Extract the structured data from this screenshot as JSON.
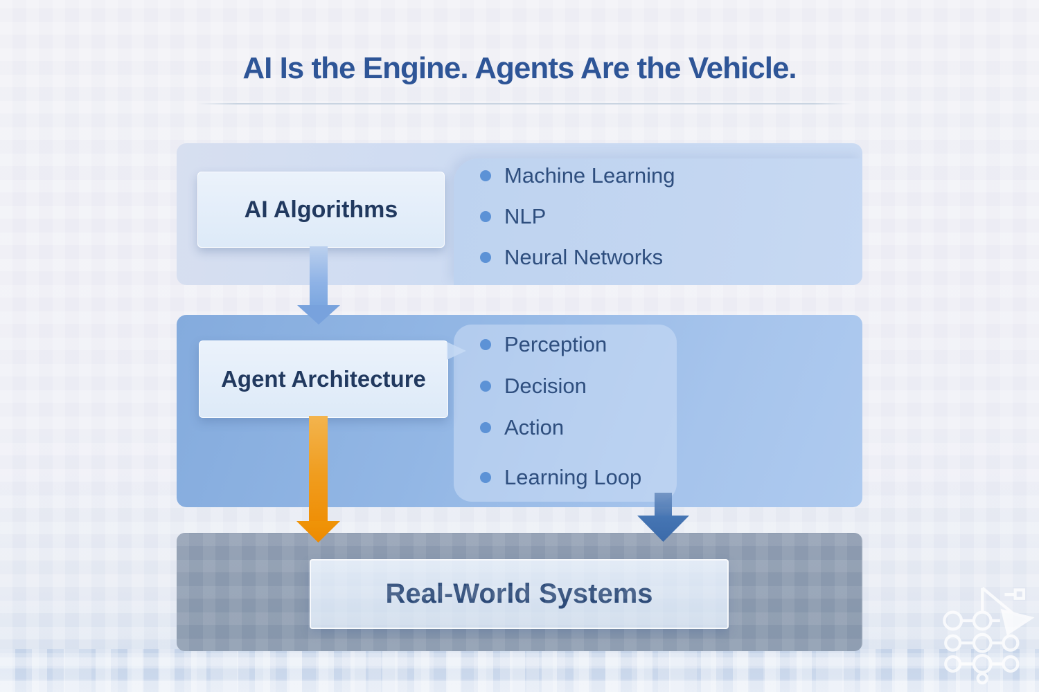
{
  "slide": {
    "title": "AI Is the Engine. Agents Are the Vehicle."
  },
  "diagram": {
    "nodes": [
      {
        "label": "AI Algorithms",
        "bullets": [
          "Machine Learning",
          "NLP",
          "Neural Networks"
        ]
      },
      {
        "label": "Agent Architecture",
        "bullets": [
          "Perception",
          "Decision",
          "Action",
          "Learning Loop"
        ]
      },
      {
        "label": "Real-World Systems",
        "bullets": []
      }
    ],
    "arrows": [
      {
        "from": "AI Algorithms",
        "to": "Agent Architecture",
        "color": "#78a2dd"
      },
      {
        "from": "Agent Architecture",
        "to": "Real-World Systems",
        "color": "#ef9008"
      },
      {
        "from": "Agent Architecture bullets",
        "to": "Real-World Systems",
        "color": "#3f6fae"
      }
    ],
    "colors": {
      "title_text": "#2e5597",
      "node_text": "#21395f",
      "bullet_text": "#2e4e7e",
      "bullet_dot": "#5c92d6",
      "panel_ai": "#cddcf2",
      "panel_agent": "#9abde8",
      "panel_real_world": "#8897ab",
      "arrow_blue_light": "#78a2dd",
      "arrow_orange": "#ef9008",
      "arrow_blue_dark": "#3f6fae",
      "background": "#ededf4"
    },
    "icons": {
      "watermark": "network-paper-plane-icon"
    }
  }
}
